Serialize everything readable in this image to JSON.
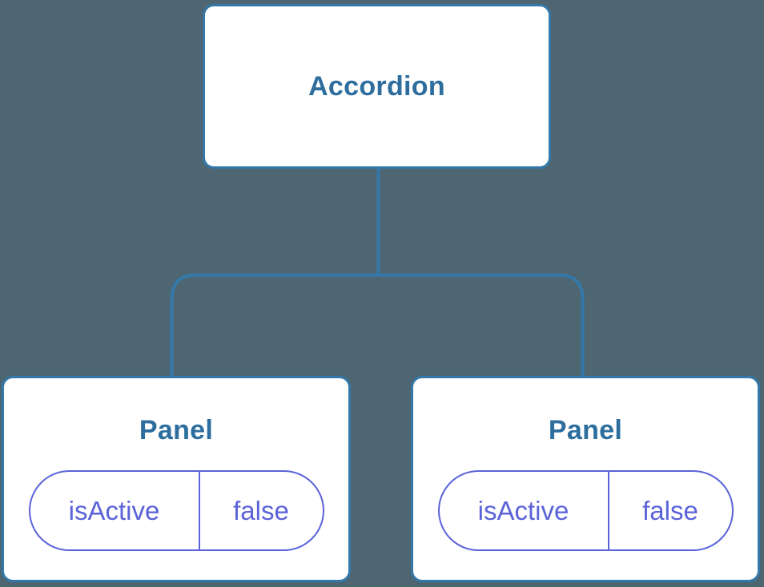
{
  "diagram": {
    "root": {
      "label": "Accordion"
    },
    "children": [
      {
        "label": "Panel",
        "state": {
          "name": "isActive",
          "value": "false"
        }
      },
      {
        "label": "Panel",
        "state": {
          "name": "isActive",
          "value": "false"
        }
      }
    ]
  },
  "colors": {
    "background": "#4D6672",
    "node_fill": "#ffffff",
    "node_border": "#3478A9",
    "node_label": "#2D6E9E",
    "connector": "#3478A9",
    "state_pill": "#5B63D8"
  }
}
